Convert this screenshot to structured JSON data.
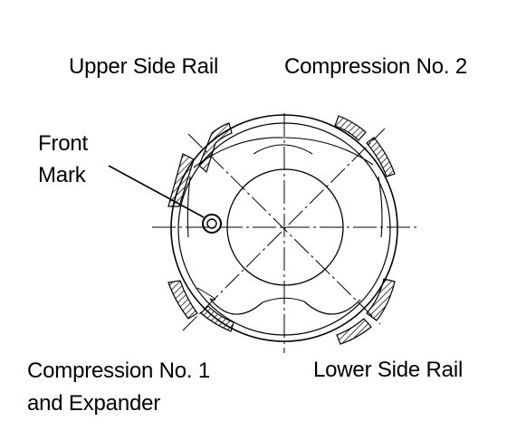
{
  "labels": {
    "upper_side_rail": "Upper Side Rail",
    "compression_no2": "Compression No. 2",
    "front_mark_line1": "Front",
    "front_mark_line2": "Mark",
    "compression_no1_line1": "Compression No. 1",
    "compression_no1_line2": "and Expander",
    "lower_side_rail": "Lower Side Rail"
  },
  "colors": {
    "ink": "#000000",
    "background": "#ffffff"
  }
}
